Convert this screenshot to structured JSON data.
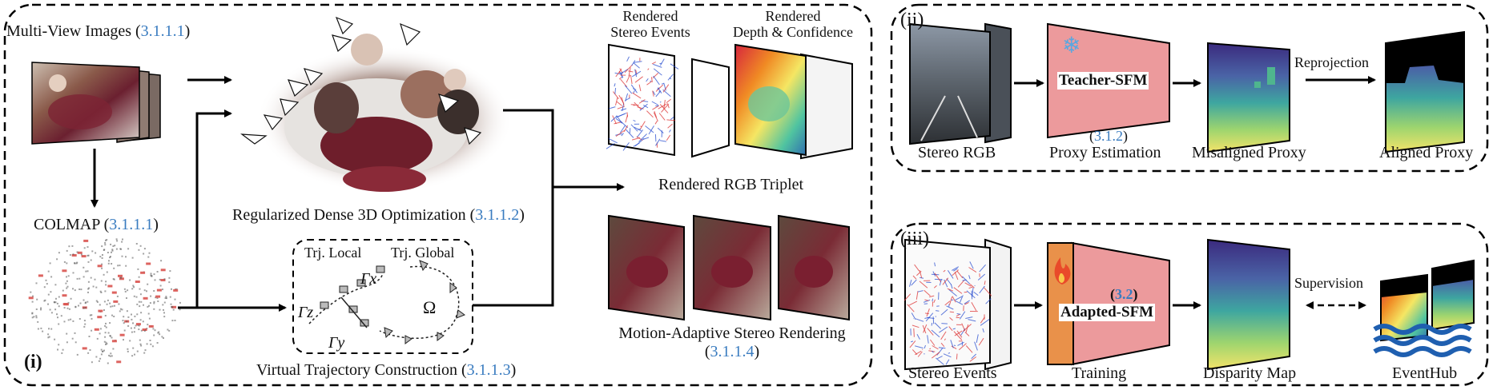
{
  "panel_i": {
    "tag": "(i)",
    "multi_view": {
      "text": "Multi-View Images (",
      "ref": "3.1.1.1",
      "close": ")"
    },
    "colmap": {
      "text": "COLMAP (",
      "ref": "3.1.1.1",
      "close": ")"
    },
    "dense": {
      "text": "Regularized Dense 3D Optimization (",
      "ref": "3.1.1.2",
      "close": ")"
    },
    "virtual": {
      "text": "Virtual Trajectory Construction (",
      "ref": "3.1.1.3",
      "close": ")"
    },
    "traj_local": "Trj. Local",
    "traj_global": "Trj. Global",
    "gamma_x": "Γx",
    "gamma_z": "Γz",
    "gamma_y": "Γy",
    "omega": "Ω",
    "stereo_events": "Rendered\nStereo Events",
    "depth_conf": "Rendered\nDepth & Confidence",
    "rgb_triplet": "Rendered RGB Triplet",
    "motion": "Motion-Adaptive Stereo Rendering",
    "motion_ref": "3.1.1.4"
  },
  "panel_ii": {
    "tag": "(ii)",
    "stereo_rgb": "Stereo RGB",
    "teacher": "Teacher-SFM",
    "teacher_ref": "3.1.2",
    "proxy_estimation": "Proxy Estimation",
    "misaligned": "Misaligned Proxy",
    "reprojection": "Reprojection",
    "aligned": "Aligned Proxy"
  },
  "panel_iii": {
    "tag": "(iii)",
    "stereo_events": "Stereo Events",
    "adapted": "Adapted-SFM",
    "adapted_ref": "3.2",
    "training": "Training",
    "disparity": "Disparity Map",
    "supervision": "Supervision",
    "eventhub": "EventHub"
  },
  "colors": {
    "ref_blue": "#3a7cc0",
    "salmon": "#ec9a9c",
    "orange": "#e9914a"
  }
}
